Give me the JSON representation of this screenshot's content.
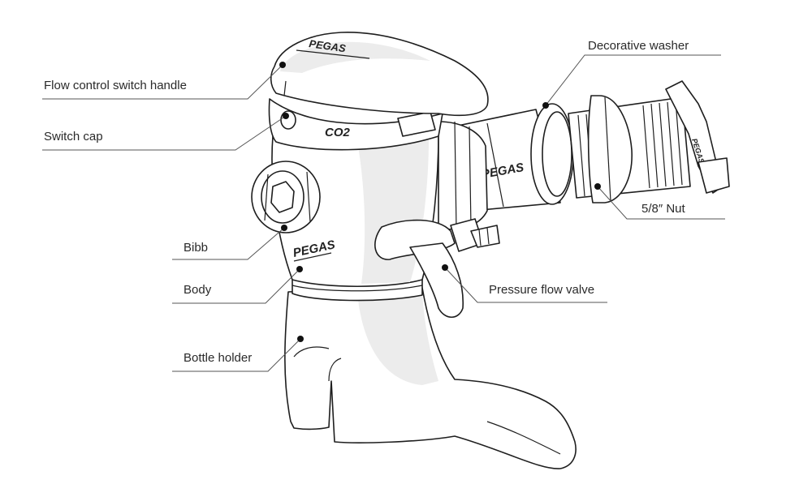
{
  "labels": {
    "flow_control_switch_handle": "Flow control switch handle",
    "switch_cap": "Switch cap",
    "bibb": "Bibb",
    "body": "Body",
    "bottle_holder": "Bottle holder",
    "decorative_washer": "Decorative washer",
    "nut": "5/8″ Nut",
    "pressure_flow_valve": "Pressure flow valve"
  },
  "markings": {
    "cap_text": "CO2",
    "brand": "PEGAS"
  }
}
